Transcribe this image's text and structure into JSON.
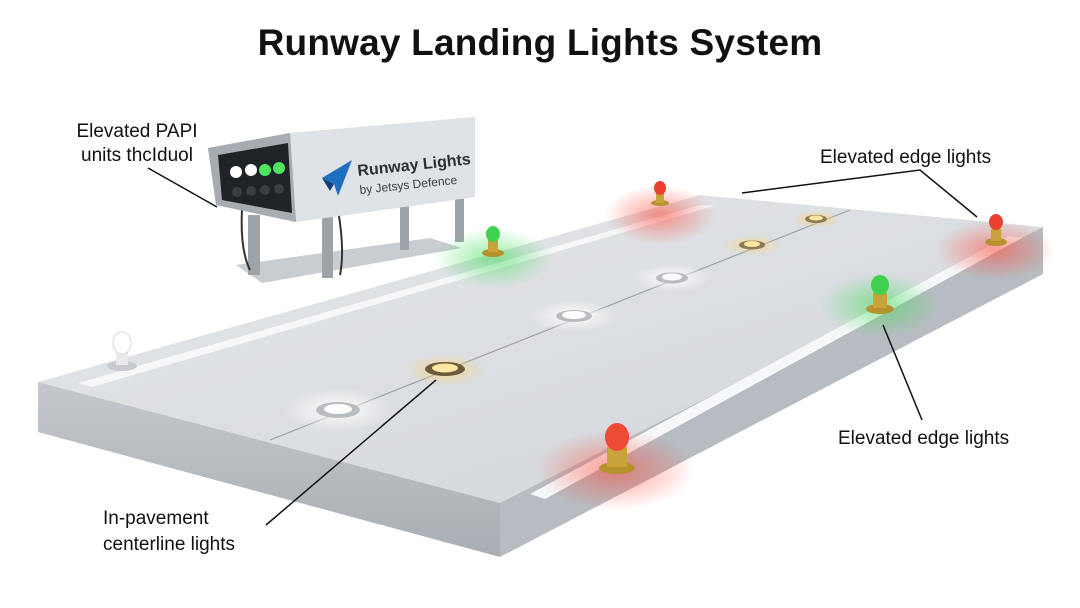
{
  "title": "Runway Landing Lights System",
  "labels": {
    "papi_line1": "Elevated PAPI",
    "papi_line2": "units thcIduol",
    "edge_top": "Elevated edge lights",
    "edge_right": "Elevated edge lights",
    "centerline_line1": "In-pavement",
    "centerline_line2": "centerline lights"
  },
  "papi_box": {
    "brand_line1": "Runway Lights",
    "brand_line2": "by Jetsys Defence"
  },
  "colors": {
    "runway_top": "#dcdfe3",
    "runway_side": "#b9bec4",
    "edge_stripe": "#f4f6f8",
    "red_light": "#e8412f",
    "green_light": "#39c24a",
    "amber_light": "#f1c35a",
    "white_light": "#ffffff",
    "brand_blue": "#1e6fc0"
  },
  "icons": [
    "papi-unit-icon",
    "brand-plane-icon",
    "red-edge-light-icon",
    "green-edge-light-icon",
    "white-edge-light-icon",
    "centerline-light-icon"
  ]
}
